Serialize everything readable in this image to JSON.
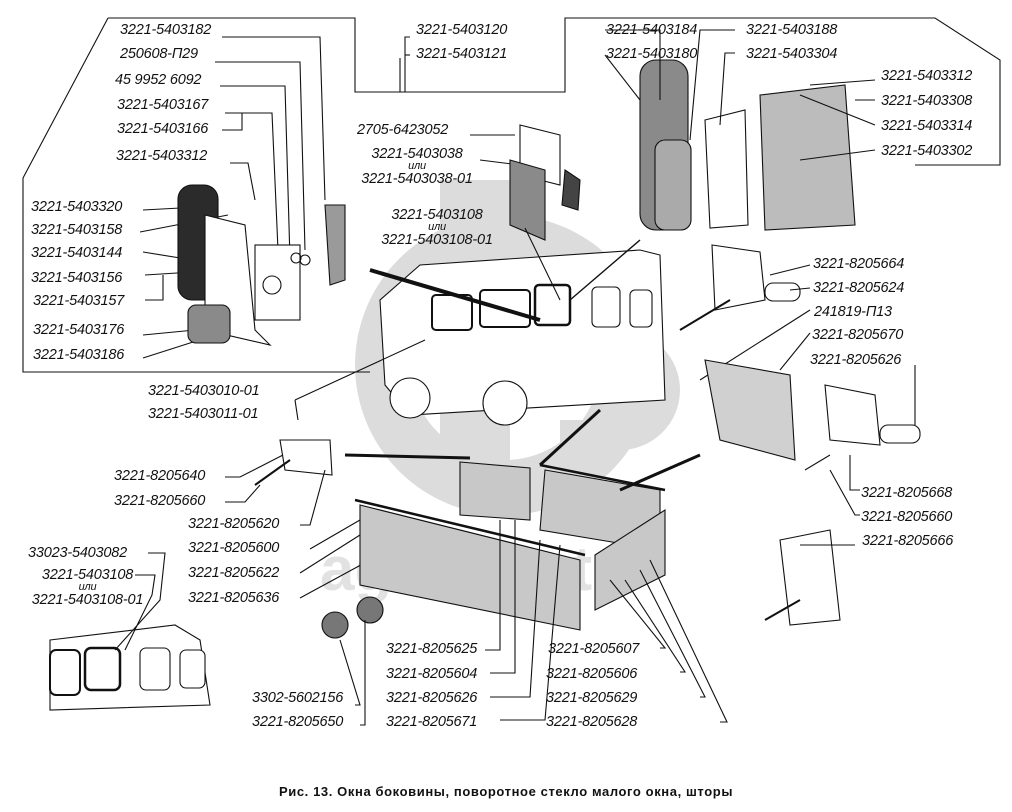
{
  "figure": {
    "caption": "Рис. 13. Окна боковины, поворотное стекло малого окна, шторы",
    "watermark": "agro-parts",
    "accent_colors": {
      "ink": "#111111",
      "watermark": "#d9d9d9",
      "paper": "#ffffff"
    }
  },
  "labels": {
    "top_left_group": [
      "3221-5403182",
      "250608-П29",
      "45 9952 6092",
      "3221-5403167",
      "3221-5403166",
      "3221-5403312"
    ],
    "left_group": [
      "3221-5403320",
      "3221-5403158",
      "3221-5403144",
      "3221-5403156",
      "3221-5403157",
      "3221-5403176",
      "3221-5403186"
    ],
    "top_center": [
      "3221-5403120",
      "3221-5403121"
    ],
    "glass_seal": {
      "seal": "2705-6423052",
      "profile": "3221-5403038",
      "or": "или",
      "profile_alt": "3221-5403038-01"
    },
    "window_glass": {
      "main": "3221-5403108",
      "or": "или",
      "alt": "3221-5403108-01"
    },
    "top_right_group": [
      "3221-5403184",
      "3221-5403180",
      "3221-5403188",
      "3221-5403304"
    ],
    "right_hinge_group": [
      "3221-5403312",
      "3221-5403308",
      "3221-5403314",
      "3221-5403302"
    ],
    "right_brackets": [
      "3221-8205664",
      "3221-8205624",
      "241819-П13",
      "3221-8205670",
      "3221-8205626"
    ],
    "right_lower": [
      "3221-8205668",
      "3221-8205660",
      "3221-8205666"
    ],
    "van_side": [
      "3221-5403010-01",
      "3221-5403011-01"
    ],
    "left_curtain_group": [
      "3221-8205640",
      "3221-8205660",
      "3221-8205620",
      "3221-8205600",
      "3221-8205622",
      "3221-8205636"
    ],
    "rear_window": {
      "frame": "33023-5403082",
      "glass": "3221-5403108",
      "or": "или",
      "glass_alt": "3221-5403108-01"
    },
    "bottom_center": [
      "3221-8205625",
      "3221-8205604",
      "3221-8205626",
      "3221-8205671"
    ],
    "bottom_left_clips": [
      "3302-5602156",
      "3221-8205650"
    ],
    "bottom_right": [
      "3221-8205607",
      "3221-8205606",
      "3221-8205629",
      "3221-8205628"
    ]
  }
}
